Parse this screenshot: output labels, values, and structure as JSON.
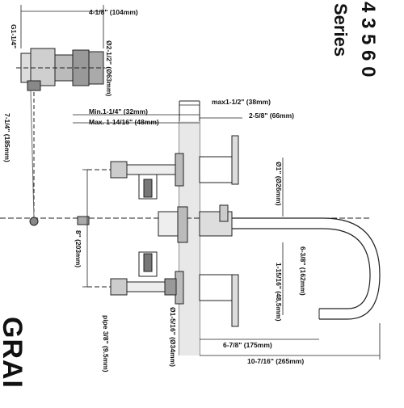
{
  "model": {
    "number": "4 3 5 6 0",
    "series_label": "Series"
  },
  "brand": "GRAI",
  "dimensions": {
    "width_top": "4-1/8\" (104mm)",
    "thread": "G1-1/4\"",
    "escutcheon_dia": "Ø2-1/2\" (Ø63mm)",
    "wall_max": "max1-1/2\" (38mm)",
    "wall_min": "Min.1-1/4\" (32mm)",
    "wall_max2": "Max. 1-14/16\" (48mm)",
    "handle_proj": "2-5/8\" (66mm)",
    "handle_dia": "Ø1\" (Ø26mm)",
    "spout_height": "6-3/8\" (162mm)",
    "spout_dia": "1-15/16\" (48,5mm)",
    "spout_proj": "6-7/8\" (175mm)",
    "spout_total": "10-7/16\" (265mm)",
    "center_spacing": "8\" (203mm)",
    "valve_dia": "Ø1-5/16\" (Ø34mm)",
    "pipe": "pipe 3/8\" (9.5mm)",
    "left_partial": "7-1/4\" (185mm)"
  }
}
